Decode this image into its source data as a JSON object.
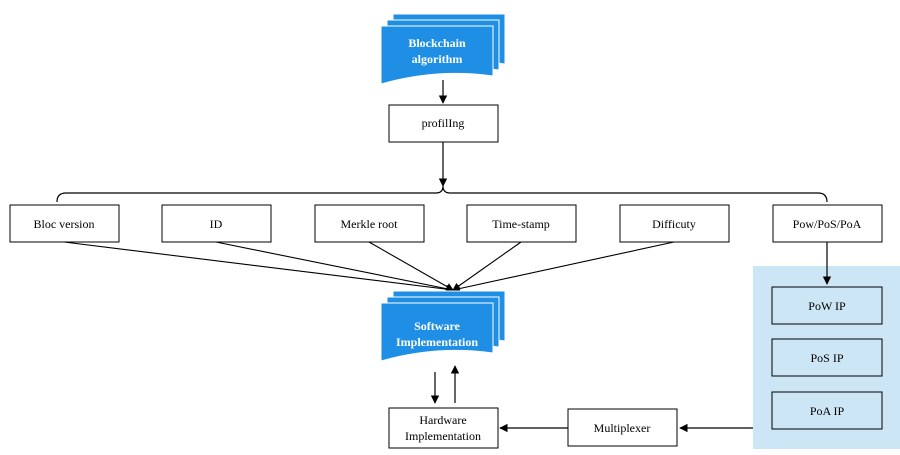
{
  "colors": {
    "doc_fill": "#1f8fe6",
    "panel_fill": "#cde6f6",
    "box_fill": "#ffffff",
    "box_stroke": "#000000",
    "panel_box_fill": "#cde6f6"
  },
  "nodes": {
    "blockchain": [
      "Blockchain",
      "algorithm"
    ],
    "profiling": "profilIng",
    "params": [
      "Bloc version",
      "ID",
      "Merkle root",
      "Time-stamp",
      "Difficuty",
      "Pow/PoS/PoA"
    ],
    "software": [
      "Software",
      "Implementation"
    ],
    "ip_blocks": [
      "PoW IP",
      "PoS IP",
      "PoA IP"
    ],
    "hardware": [
      "Hardware",
      "Implementation"
    ],
    "multiplexer": "Multiplexer"
  }
}
